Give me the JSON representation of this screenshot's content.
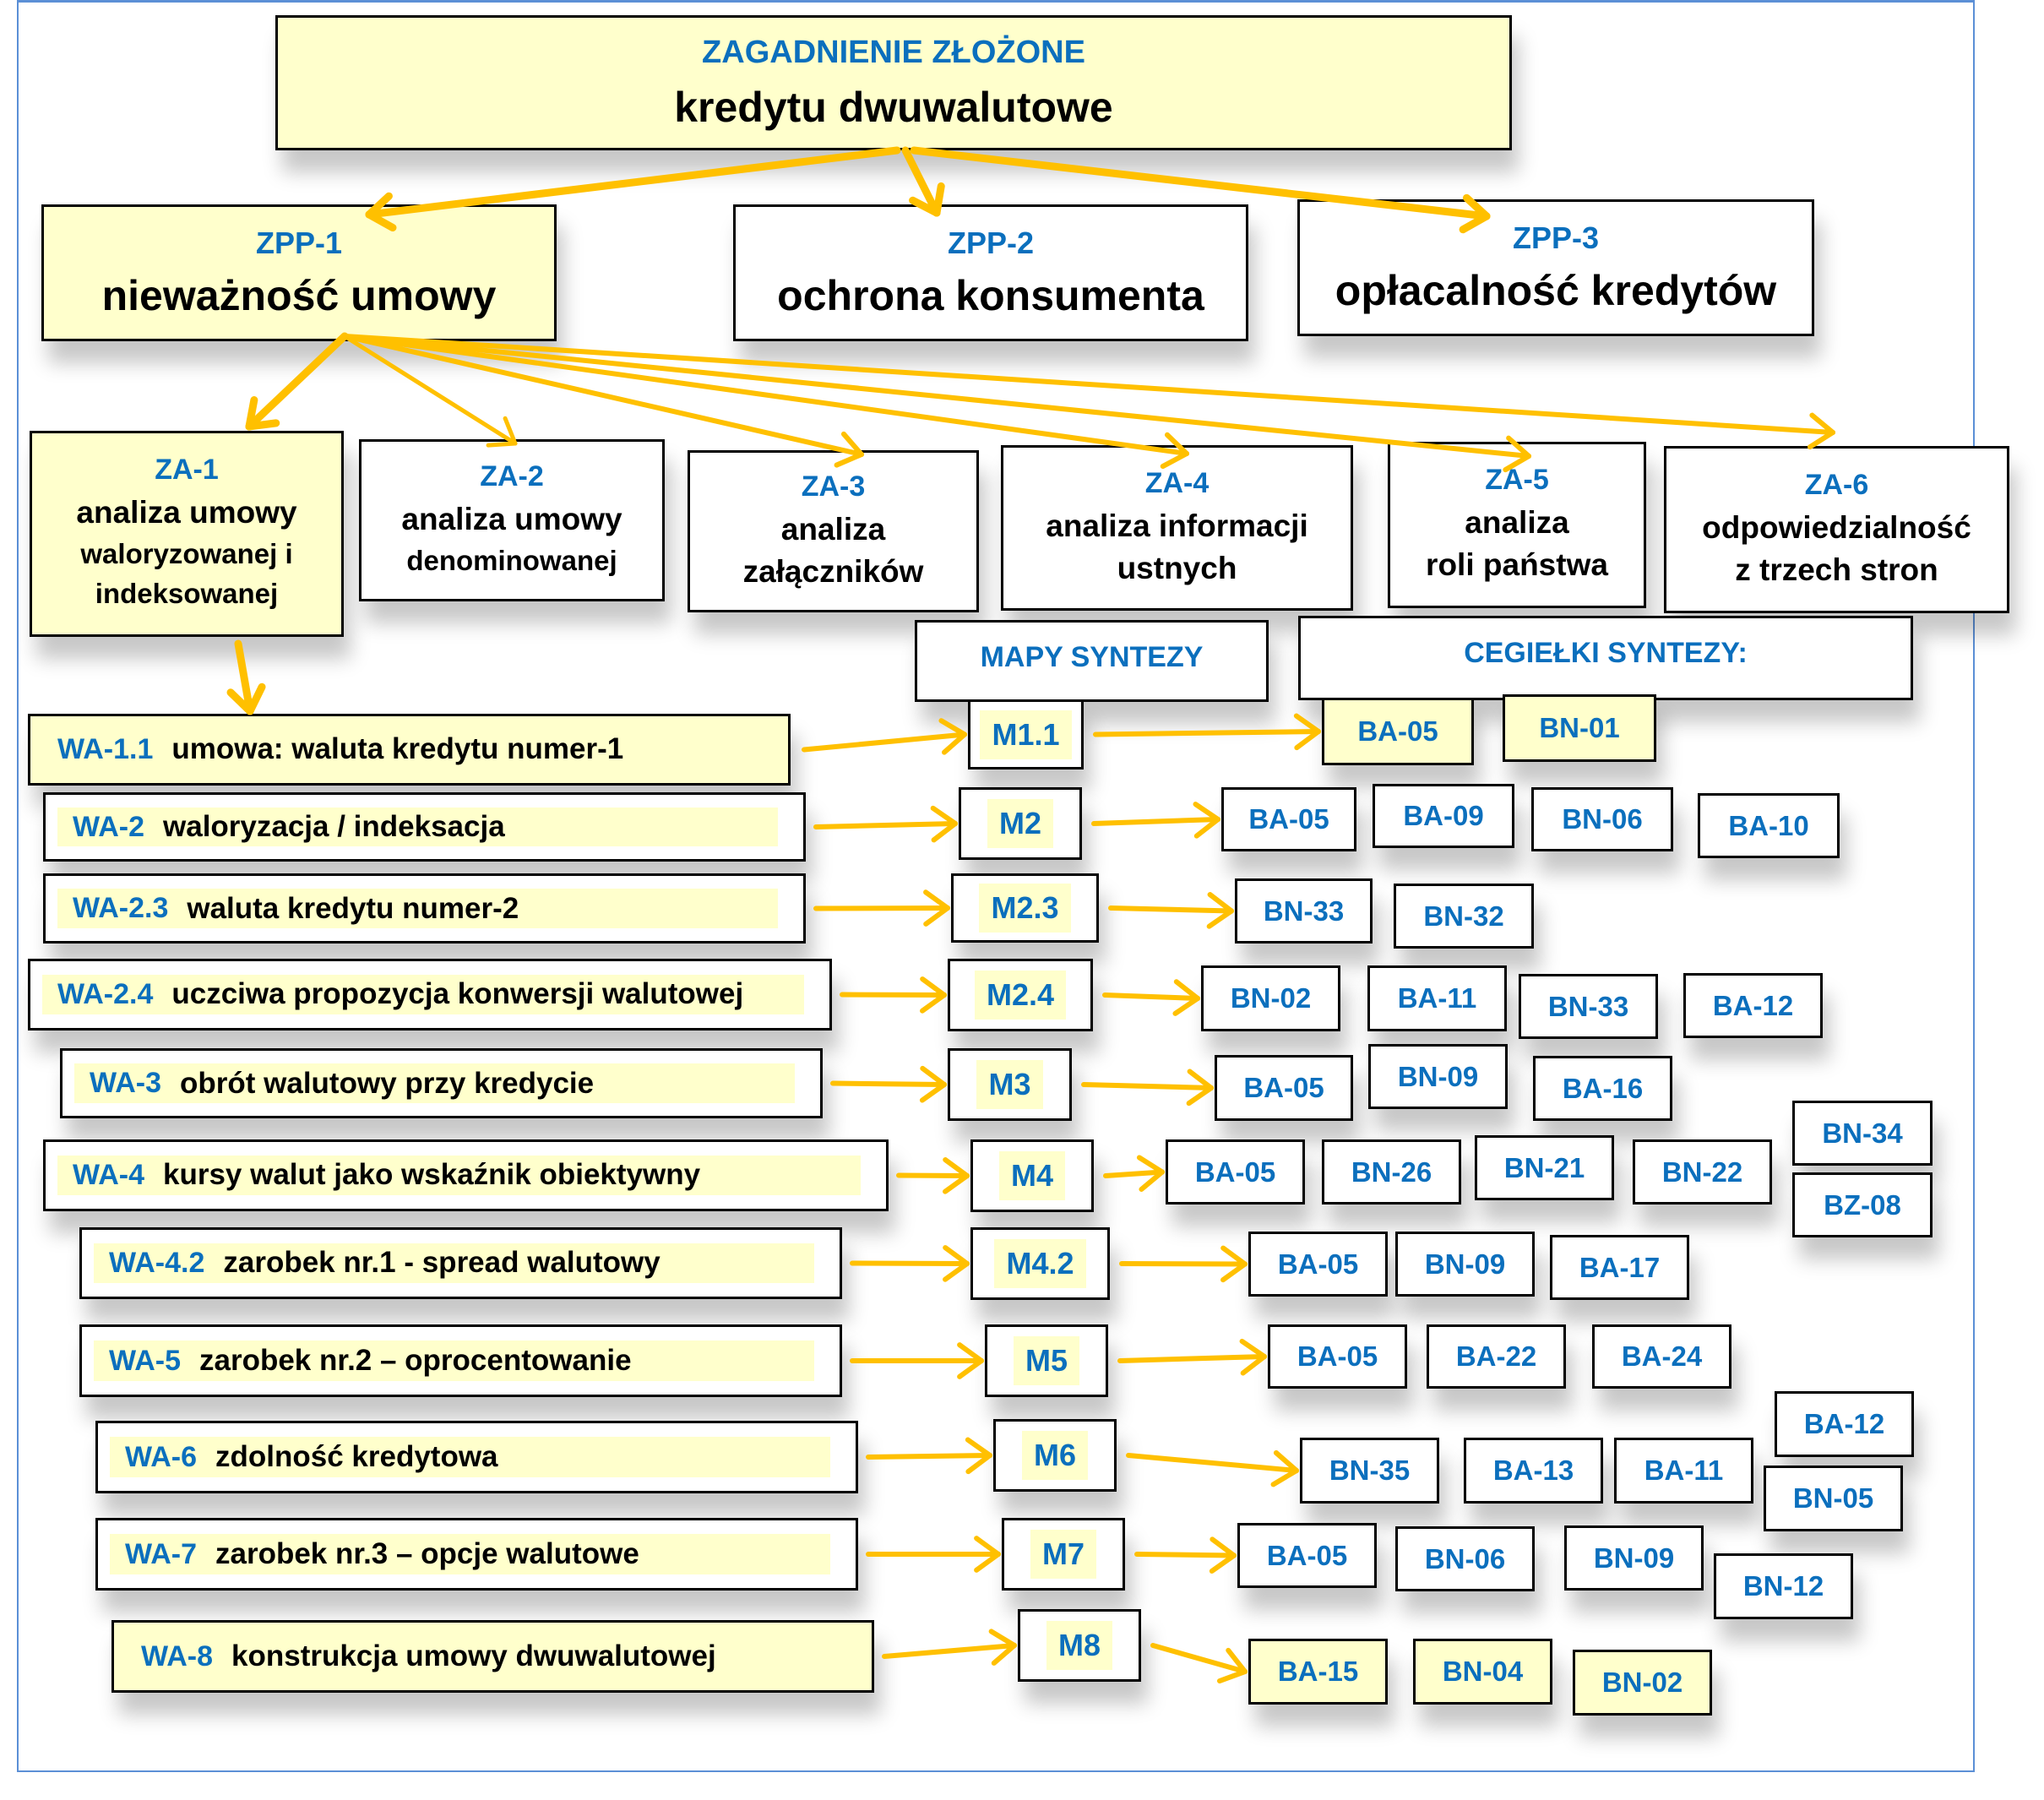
{
  "root": {
    "label": "ZAGADNIENIE ZŁOŻONE",
    "title": "kredytu dwuwalutowe"
  },
  "zpp": [
    {
      "code": "ZPP-1",
      "title": "nieważność umowy"
    },
    {
      "code": "ZPP-2",
      "title": "ochrona konsumenta"
    },
    {
      "code": "ZPP-3",
      "title": "opłacalność kredytów"
    }
  ],
  "za": [
    {
      "code": "ZA-1",
      "line1": "analiza umowy",
      "line2": "waloryzowanej  i",
      "line3": "indeksowanej"
    },
    {
      "code": "ZA-2",
      "line1": "analiza umowy",
      "line2": "denominowanej"
    },
    {
      "code": "ZA-3",
      "line1": "analiza",
      "line2": "załączników"
    },
    {
      "code": "ZA-4",
      "line1": "analiza informacji",
      "line2": "ustnych"
    },
    {
      "code": "ZA-5",
      "line1": "analiza",
      "line2": "roli państwa"
    },
    {
      "code": "ZA-6",
      "line1": "odpowiedzialność",
      "line2": "z trzech stron"
    }
  ],
  "headers": {
    "maps": "MAPY SYNTEZY",
    "bricks": "CEGIEŁKI SYNTEZY:"
  },
  "rows": [
    {
      "wa_code": "WA-1.1",
      "wa_title": "umowa:  waluta kredytu numer-1",
      "map": "M1.1",
      "bricks": [
        "BA-05",
        "BN-01"
      ]
    },
    {
      "wa_code": "WA-2",
      "wa_title": "waloryzacja / indeksacja",
      "map": "M2",
      "bricks": [
        "BA-05",
        "BA-09",
        "BN-06",
        "BA-10"
      ]
    },
    {
      "wa_code": "WA-2.3",
      "wa_title": "waluta kredytu numer-2",
      "map": "M2.3",
      "bricks": [
        "BN-33",
        "BN-32"
      ]
    },
    {
      "wa_code": "WA-2.4",
      "wa_title": "uczciwa propozycja konwersji walutowej",
      "map": "M2.4",
      "bricks": [
        "BN-02",
        "BA-11",
        "BN-33",
        "BA-12"
      ]
    },
    {
      "wa_code": "WA-3",
      "wa_title": "obrót walutowy przy kredycie",
      "map": "M3",
      "bricks": [
        "BA-05",
        "BN-09",
        "BA-16"
      ]
    },
    {
      "wa_code": "WA-4",
      "wa_title": "kursy walut jako wskaźnik obiektywny",
      "map": "M4",
      "bricks": [
        "BA-05",
        "BN-26",
        "BN-21",
        "BN-22",
        "BN-34",
        "BZ-08"
      ]
    },
    {
      "wa_code": "WA-4.2",
      "wa_title": "zarobek nr.1 - spread walutowy",
      "map": "M4.2",
      "bricks": [
        "BA-05",
        "BN-09",
        "BA-17"
      ]
    },
    {
      "wa_code": "WA-5",
      "wa_title": "zarobek nr.2 – oprocentowanie",
      "map": "M5",
      "bricks": [
        "BA-05",
        "BA-22",
        "BA-24"
      ]
    },
    {
      "wa_code": "WA-6",
      "wa_title": "zdolność kredytowa",
      "map": "M6",
      "bricks": [
        "BN-35",
        "BA-13",
        "BA-11",
        "BA-12",
        "BN-05"
      ]
    },
    {
      "wa_code": "WA-7",
      "wa_title": "zarobek nr.3 – opcje walutowe",
      "map": "M7",
      "bricks": [
        "BA-05",
        "BN-06",
        "BN-09",
        "BN-12"
      ]
    },
    {
      "wa_code": "WA-8",
      "wa_title": "konstrukcja umowy dwuwalutowej",
      "map": "M8",
      "bricks": [
        "BA-15",
        "BN-04",
        "BN-02"
      ]
    }
  ],
  "colors": {
    "highlight_fill": "#ffffcc",
    "code_text": "#0b6fbd",
    "arrow": "#ffc000",
    "frame": "#5b8fd6"
  }
}
